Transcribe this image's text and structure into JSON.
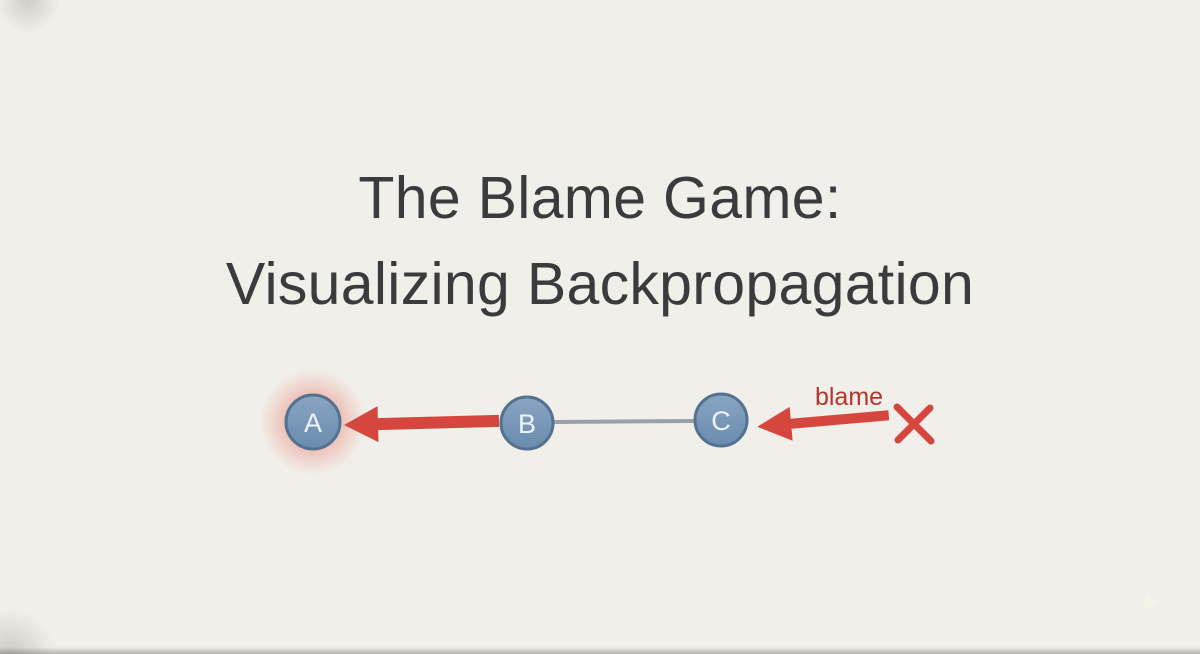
{
  "title": {
    "line1": "The Blame Game:",
    "line2": "Visualizing Backpropagation"
  },
  "diagram": {
    "nodes": [
      {
        "label": "A",
        "glow": "red"
      },
      {
        "label": "B"
      },
      {
        "label": "C"
      }
    ],
    "edges": [
      {
        "from": "B",
        "to": "A",
        "type": "red-blame-arrow"
      },
      {
        "from": "B",
        "to": "C",
        "type": "gray-link"
      },
      {
        "from": "error-x",
        "to": "C",
        "type": "red-blame-arrow",
        "label": "blame"
      }
    ],
    "blame_label": "blame"
  },
  "icons": {
    "x_mark": "✕",
    "sparkle": "four-point-star"
  },
  "colors": {
    "background": "#f1efe9",
    "title_text": "#3b3b3d",
    "node_fill": "#6a8bae",
    "node_fill_light": "#89a5c3",
    "node_border": "#54728f",
    "node_label": "#eef3f8",
    "arrow_red": "#d5463e",
    "blame_red": "#b5352c",
    "edge_gray": "#9aa0ab",
    "glow_red": "#e4574b",
    "sparkle": "#f6f2e7"
  }
}
